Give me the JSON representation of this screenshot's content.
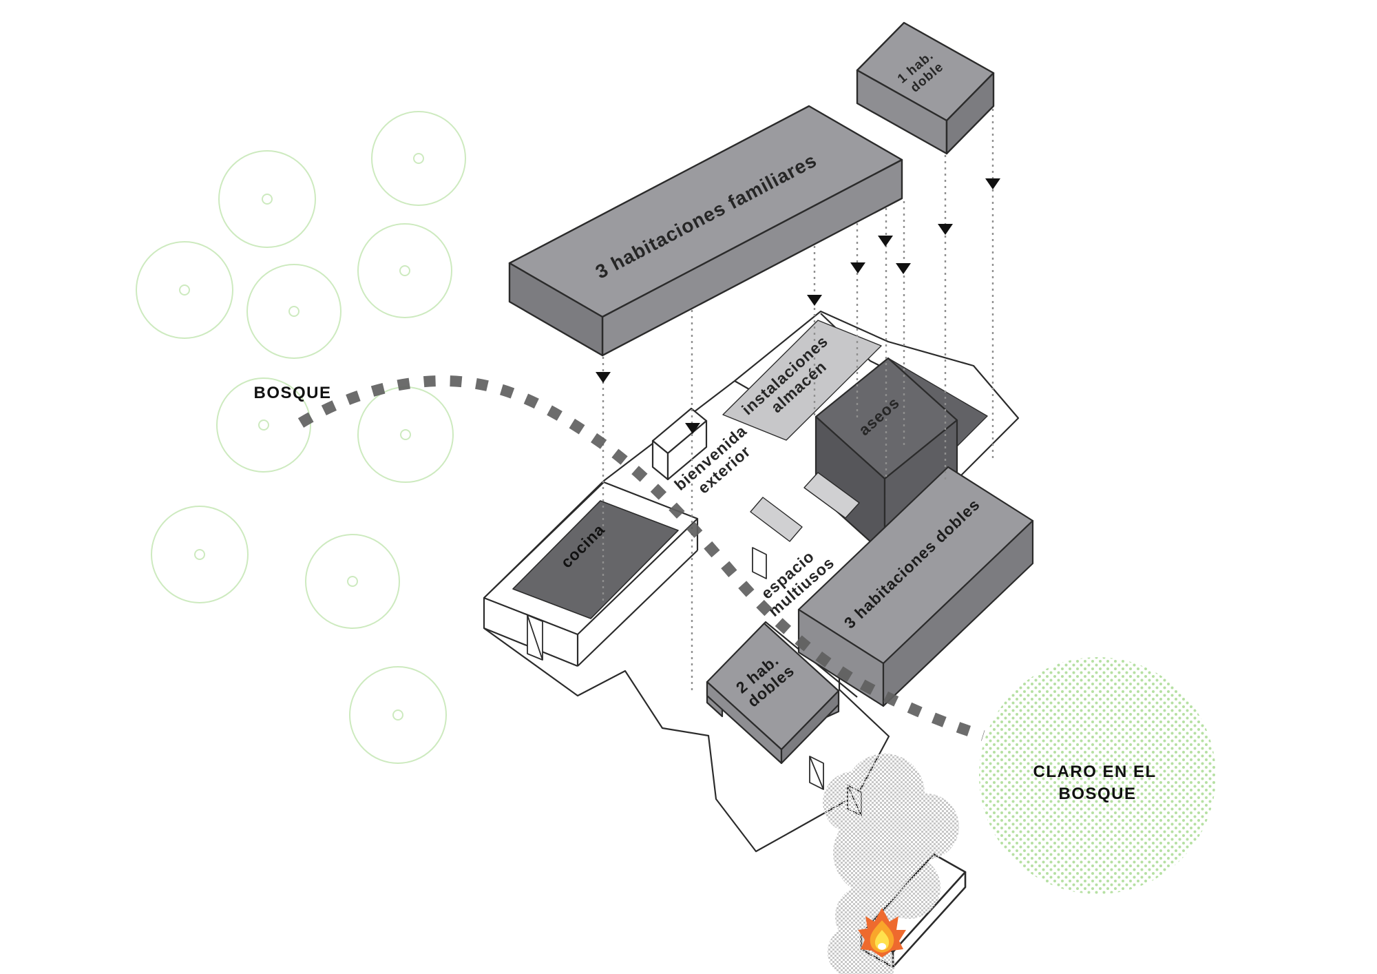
{
  "annotations": {
    "bosque": "BOSQUE",
    "claro": {
      "line1": "CLARO EN EL",
      "line2": "BOSQUE"
    }
  },
  "volumes": {
    "familiares": {
      "label": "3 habitaciones familiares"
    },
    "hab1": {
      "line1": "1 hab.",
      "line2": "doble"
    },
    "instalaciones": {
      "line1": "instalaciones",
      "line2": "almacén"
    },
    "aseos": {
      "label": "aseos"
    },
    "bienvenida": {
      "line1": "bienvenida",
      "line2": "exterior"
    },
    "cocina": {
      "label": "cocina"
    },
    "espacio": {
      "line1": "espacio",
      "line2": "multiusos"
    },
    "dobles3": {
      "label": "3 habitaciones dobles"
    },
    "dobles2": {
      "line1": "2 hab.",
      "line2": "dobles"
    }
  },
  "colors": {
    "volume_gray_top": "#9b9b9f",
    "volume_gray_front": "#8e8e92",
    "volume_gray_dark": "#7c7c80",
    "roof_dark": "#666669",
    "aseos_top": "#68686c",
    "aseos_front": "#56565a",
    "aseos_side": "#5e5e62",
    "floor_plate": "#626266",
    "light_gray": "#c7c7c9",
    "light_strip": "#d0d0d2",
    "dotted_line": "#8f8f8f",
    "arrow": "#111111",
    "trail": "#5f5f5f",
    "tree_green": "#cdeabf",
    "claro_dot": "#b6e0a3",
    "smoke": "#c7c7c7",
    "fire_outer": "#ee6a2e",
    "fire_mid": "#f9a62b",
    "fire_inner": "#ffe14d",
    "fire_core": "#ffffff",
    "label": "#262626"
  }
}
